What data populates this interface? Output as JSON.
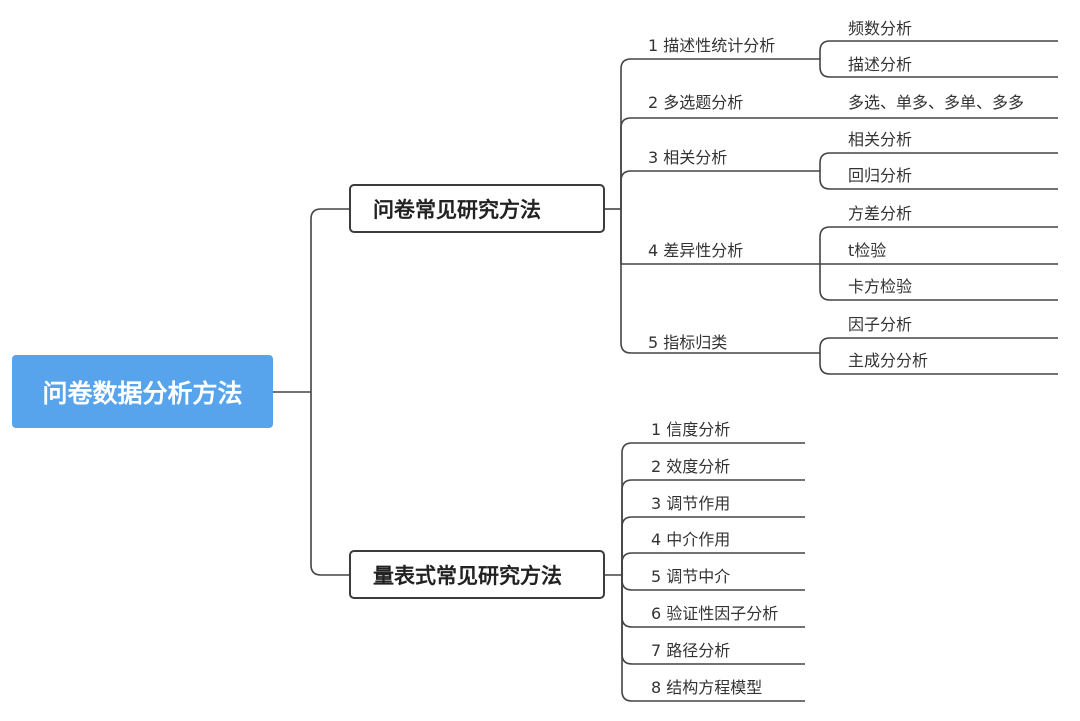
{
  "root": {
    "label": "问卷数据分析方法"
  },
  "branches": [
    {
      "label": "问卷常见研究方法",
      "topics": [
        {
          "label": "1 描述性统计分析",
          "children": [
            "频数分析",
            "描述分析"
          ]
        },
        {
          "label": "2 多选题分析",
          "children": [
            "多选、单多、多单、多多"
          ]
        },
        {
          "label": "3 相关分析",
          "children": [
            "相关分析",
            "回归分析"
          ]
        },
        {
          "label": "4 差异性分析",
          "children": [
            "方差分析",
            "t检验",
            "卡方检验"
          ]
        },
        {
          "label": "5 指标归类",
          "children": [
            "因子分析",
            "主成分分析"
          ]
        }
      ]
    },
    {
      "label": "量表式常见研究方法",
      "topics": [
        {
          "label": "1 信度分析"
        },
        {
          "label": "2 效度分析"
        },
        {
          "label": "3 调节作用"
        },
        {
          "label": "4 中介作用"
        },
        {
          "label": "5 调节中介"
        },
        {
          "label": "6 验证性因子分析"
        },
        {
          "label": "7 路径分析"
        },
        {
          "label": "8 结构方程模型"
        }
      ]
    }
  ]
}
